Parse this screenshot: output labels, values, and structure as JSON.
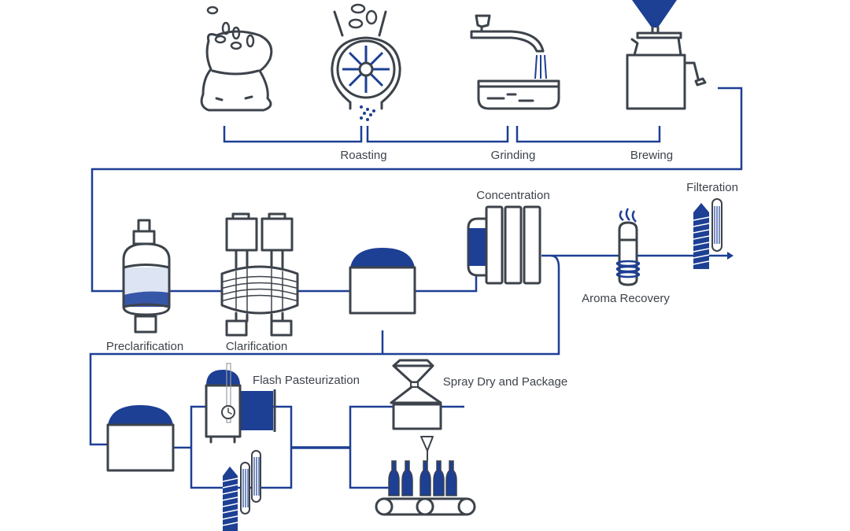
{
  "colors": {
    "line": "#1d3f94",
    "outline": "#3d434b",
    "liquid": "#dde4f3"
  },
  "labels": {
    "roasting": "Roasting",
    "grinding": "Grinding",
    "brewing": "Brewing",
    "concentration": "Concentration",
    "filteration": "Filteration",
    "aroma_recovery": "Aroma Recovery",
    "preclarification": "Preclarification",
    "clarification": "Clarification",
    "flash_pasteurization": "Flash Pasteurization",
    "spray_dry_package": "Spray Dry and Package"
  }
}
